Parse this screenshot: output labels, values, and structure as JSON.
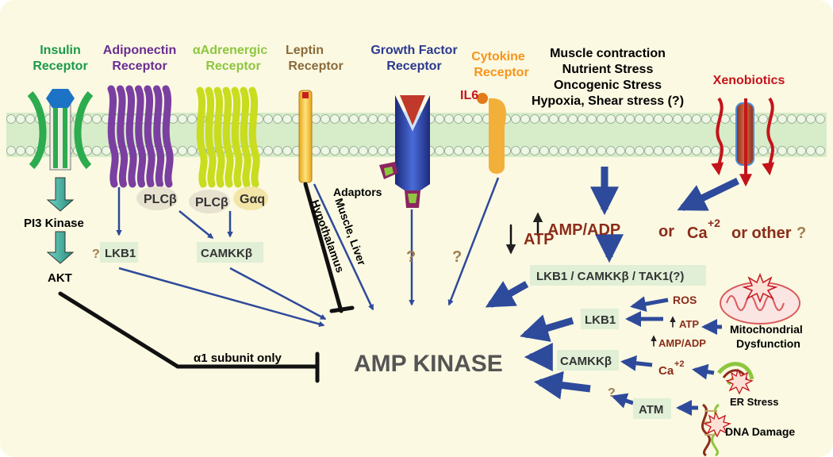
{
  "receptors": {
    "insulin": {
      "line1": "Insulin",
      "line2": "Receptor",
      "color": "#1a9a4a"
    },
    "adiponectin": {
      "line1": "Adiponectin",
      "line2": "Receptor",
      "color": "#6a2d91"
    },
    "adrenergic": {
      "line1": "αAdrenergic",
      "line2": "Receptor",
      "color": "#8dc63f"
    },
    "leptin": {
      "line1": "Leptin",
      "line2": "Receptor",
      "color": "#8a6a3a"
    },
    "growth_factor": {
      "line1": "Growth Factor",
      "line2": "Receptor",
      "color": "#2b3990"
    },
    "cytokine": {
      "line1": "Cytokine",
      "line2": "Receptor",
      "color": "#f7941d"
    }
  },
  "stresses": {
    "lines": [
      "Muscle contraction",
      "Nutrient Stress",
      "Oncogenic Stress",
      "Hypoxia, Shear stress (?)"
    ],
    "xenobiotics": "Xenobiotics"
  },
  "labels": {
    "il6": "IL6",
    "plcb1": "PLCβ",
    "plcb2": "PLCβ",
    "gaq": "Gαq",
    "adaptors": "Adaptors",
    "pi3k": "PI3 Kinase",
    "akt": "AKT",
    "lkb1_left": "LKB1",
    "camkkb_left": "CAMKKβ",
    "hypothalamus": "Hypothalamus",
    "muscle_liver": "Muscle, Liver",
    "alpha1": "α1 subunit only",
    "ampk": "AMP KINASE",
    "q": "?",
    "atp": "ATP",
    "ampadp": "AMP/ADP",
    "or1": "or",
    "ca": "Ca",
    "ca_sup": "+2",
    "or_other": "or other",
    "complex": "LKB1 / CAMKKβ / TAK1(?)",
    "ros": "ROS",
    "lkb1_right": "LKB1",
    "atp_small": "ATP",
    "ampadp_small": "AMP/ADP",
    "mito1": "Mitochondrial",
    "mito2": "Dysfunction",
    "camkkb_right": "CAMKKβ",
    "ca_right": "Ca",
    "ca_right_sup": "+2",
    "er_stress": "ER Stress",
    "atm": "ATM",
    "dna_damage": "DNA Damage"
  },
  "colors": {
    "background": "#fbf9e2",
    "membrane": "#d7ecc8",
    "arrow_blue": "#2e4a9b",
    "dark_red": "#8b2c1a",
    "question": "#a07d4e"
  }
}
